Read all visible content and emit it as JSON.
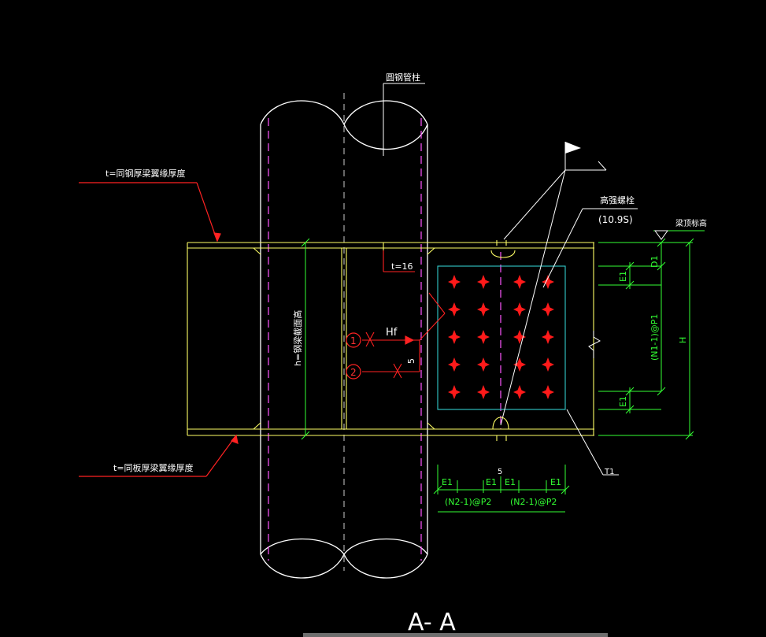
{
  "labels": {
    "pipe_column": "圆钢管柱",
    "flange_top": "t=同钢厚梁翼缘厚度",
    "flange_bottom": "t=同板厚梁翼缘厚度",
    "web_height": "h=钢梁截面高",
    "plate_t16": "t=16",
    "weld_hf": "Hf",
    "weld_vertical": "5",
    "marker_1": "1",
    "marker_2": "2",
    "hsb_title": "高强螺栓",
    "hsb_grade": "(10.9S)",
    "beam_top_mark": "梁顶标高",
    "dim_e1": "E1",
    "dim_d1": "D1",
    "dim_h": "H",
    "dim_rows": "(N1-1)@P1",
    "dim_cols": "(N2-1)@P2",
    "small_5": "5",
    "label_t1": "T1",
    "section_title": "A- A"
  },
  "colors": {
    "line": "#ffff66",
    "outline": "#ffffff",
    "centerline": "#ff55ff",
    "dimension": "#33ff33",
    "leader": "#ff2222",
    "bolt": "#ff1a1a",
    "plate": "#33cccc"
  },
  "icons": {
    "weld_flag": "flag-icon",
    "elevation_mark": "triangle-down-icon",
    "bolt": "bolt-star-icon"
  },
  "bolt_grid": {
    "rows": 5,
    "cols": 4
  }
}
